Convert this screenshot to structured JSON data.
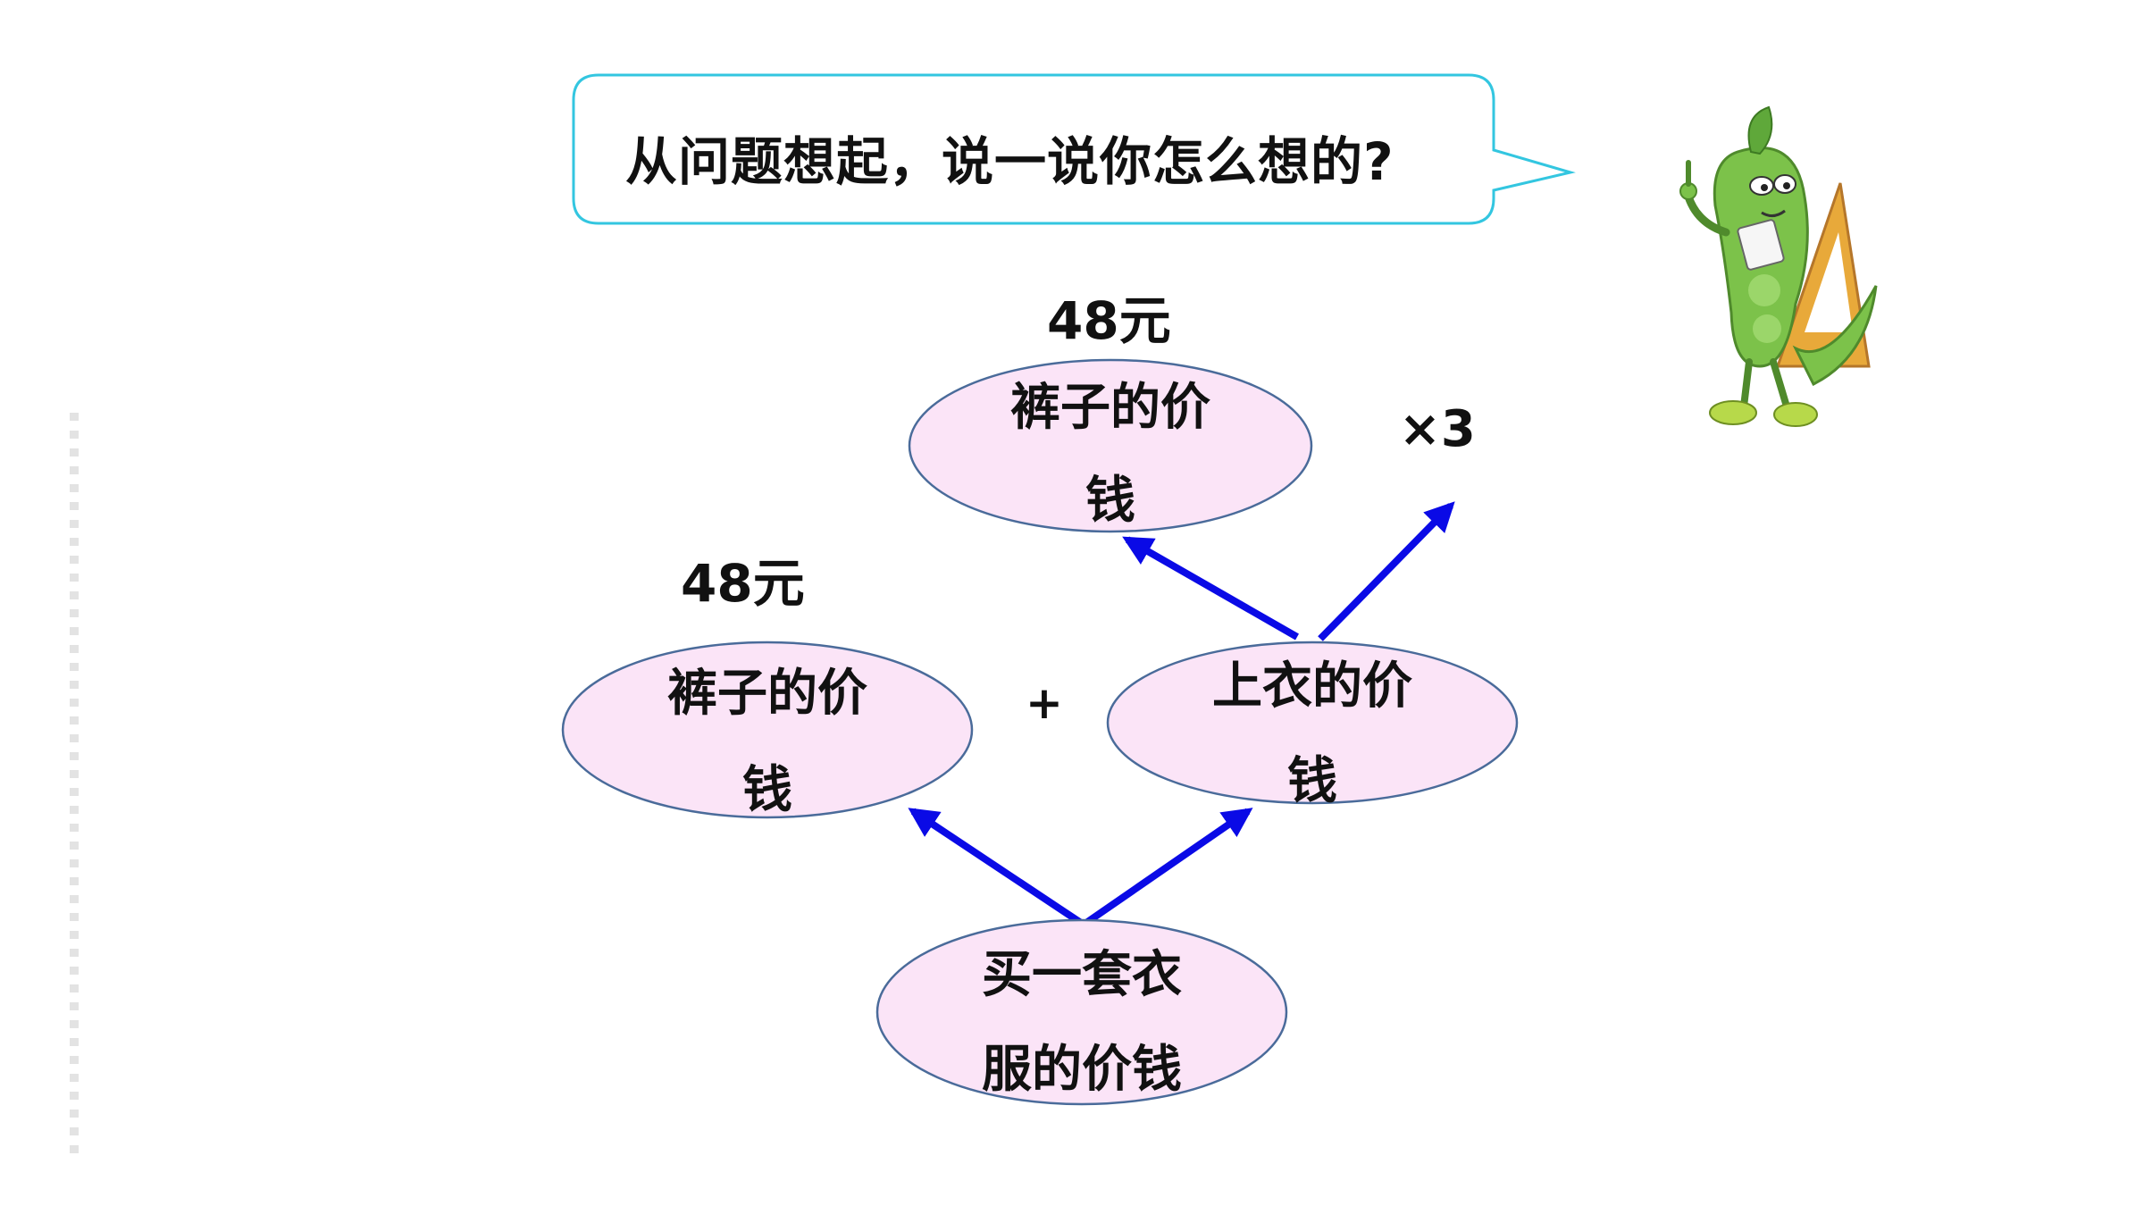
{
  "question": "从问题想起，说一说你怎么想的?",
  "nodes": {
    "top": {
      "line1": "裤子的价",
      "line2": "钱"
    },
    "left": {
      "line1": "裤子的价",
      "line2": "钱"
    },
    "right": {
      "line1": "上衣的价",
      "line2": "钱"
    },
    "bottom": {
      "line1": "买一套衣",
      "line2": "服的价钱"
    }
  },
  "labels": {
    "top_price": "48元",
    "left_price": "48元",
    "plus": "+",
    "times": "×3"
  },
  "colors": {
    "ellipse_fill": "#fbe4f7",
    "ellipse_stroke": "#4a6b9a",
    "arrow": "#0a0ae6",
    "bubble_stroke": "#33c6e0",
    "mascot_green": "#7cc24a"
  },
  "icons": {
    "mascot": "pea-pod-mascot-icon"
  }
}
